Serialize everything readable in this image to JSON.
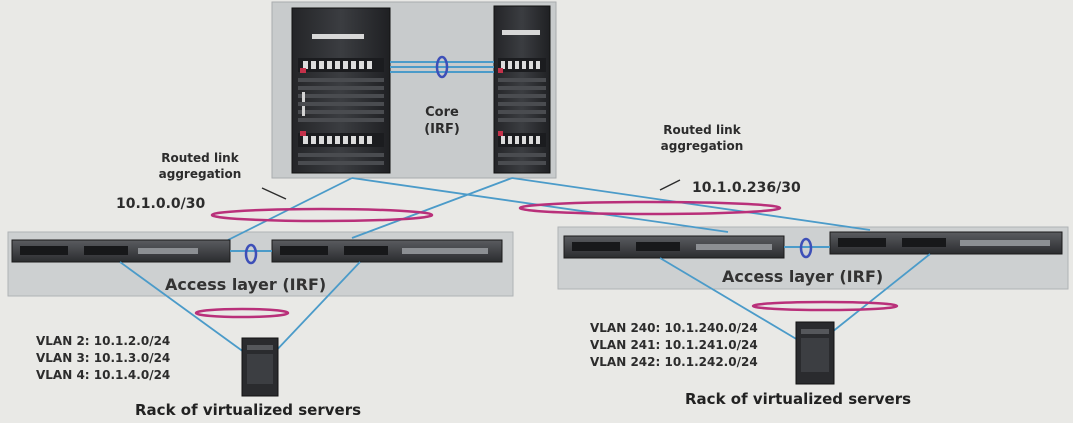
{
  "core": {
    "name": "Core",
    "mode": "(IRF)"
  },
  "routed_links": {
    "left": {
      "line1": "Routed link",
      "line2": "aggregation",
      "subnet": "10.1.0.0/30"
    },
    "right": {
      "line1": "Routed link",
      "line2": "aggregation",
      "subnet": "10.1.0.236/30"
    }
  },
  "access": {
    "left": {
      "label": "Access layer (IRF)"
    },
    "right": {
      "label": "Access layer (IRF)"
    }
  },
  "racks": {
    "left": {
      "label": "Rack of virtualized servers",
      "vlans": [
        "VLAN 2: 10.1.2.0/24",
        "VLAN 3: 10.1.3.0/24",
        "VLAN 4: 10.1.4.0/24"
      ]
    },
    "right": {
      "label": "Rack of virtualized servers",
      "vlans": [
        "VLAN 240: 10.1.240.0/24",
        "VLAN 241: 10.1.241.0/24",
        "VLAN 242: 10.1.242.0/24"
      ]
    }
  },
  "colors": {
    "background": "#e9e9e6",
    "link": "#4b9bc9",
    "aggregation": "#b9307a",
    "panel": "#c8cbcc",
    "chassis": "#2f3033"
  }
}
